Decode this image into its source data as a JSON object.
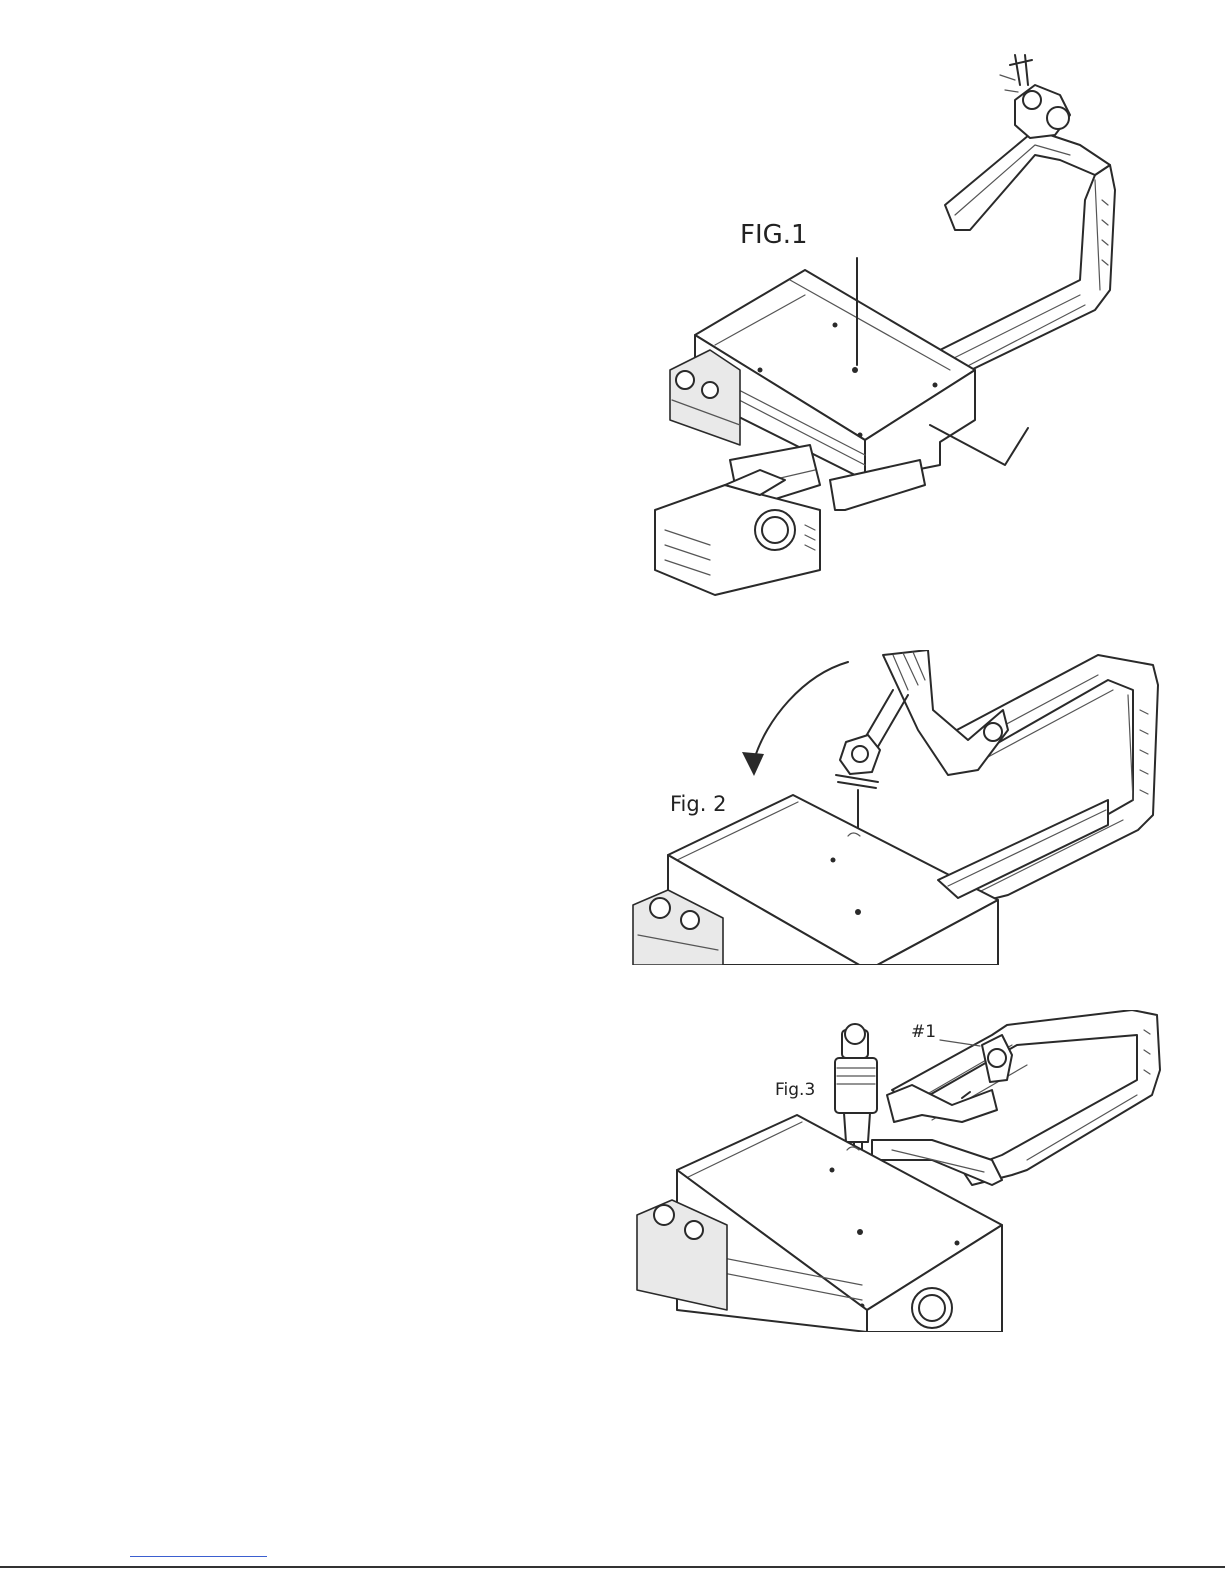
{
  "figures": [
    {
      "id": "fig1",
      "label": "FIG.1"
    },
    {
      "id": "fig2",
      "label": "Fig. 2"
    },
    {
      "id": "fig3",
      "label": "Fig.3",
      "part_callout": "#1"
    }
  ]
}
